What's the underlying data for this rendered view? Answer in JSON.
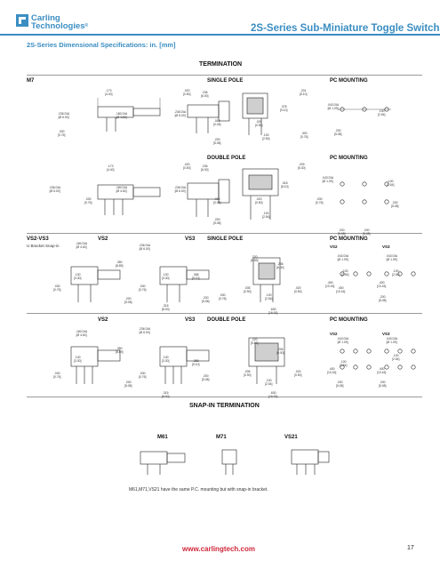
{
  "brand": {
    "line1": "Carling",
    "line2": "Technologies",
    "trademark": "®"
  },
  "header": {
    "series_title": "2S-Series Sub-Miniature Toggle Switches"
  },
  "section_title": "2S-Series Dimensional Specifications: in. [mm]",
  "termination": {
    "heading": "TERMINATION",
    "m7": {
      "label": "M7",
      "single_pole": "SINGLE POLE",
      "double_pole": "DOUBLE POLE",
      "pc_mounting": "PC MOUNTING",
      "sp_dims": [
        ".173\n[4.40]",
        ".236 DIA\n[Ø 6.00]",
        ".180 DIA\n[Ø 4.60]",
        ".030\n[0.76]",
        ".020\n[0.50]",
        ".236 DIA\n[Ø 6.00]",
        ".236\n[6.00]",
        ".018\n[0.45]",
        ".200\n[5.08]",
        ".020\n[0.50]",
        ".100\n[2.54]",
        ".378\n[9.10]",
        ".201\n[5.10]",
        ".300\n[0.76]",
        ".043 DIA\n[Ø 1.09]",
        ".100\n[2.54]",
        ".200\n[5.08]"
      ],
      "dp_dims": [
        ".173\n[4.40]",
        ".236 DIA\n[Ø 6.00]",
        ".180 DIA\n[Ø 4.60]",
        ".030\n[0.76]",
        ".020\n[0.50]",
        ".236 DIA\n[Ø 6.00]",
        ".236\n[6.00]",
        ".018\n[0.45]",
        ".200\n[5.08]",
        ".020\n[0.50]",
        ".100\n[2.54]",
        ".318\n[8.10]",
        ".209\n[5.30]",
        ".030\n[0.76]",
        ".200\n[5.08]",
        ".043 DIA\n[Ø 1.09]",
        ".100\n[2.54]",
        ".200\n[5.08]",
        ".200\n[5.08]"
      ]
    },
    "vs": {
      "label": "VS2-VS3",
      "sublabel": "U Bracket Snap-in",
      "vs2": "VS2",
      "vs3": "VS3",
      "single_pole": "SINGLE POLE",
      "double_pole": "DOUBLE POLE",
      "pc_mounting": "PC MOUNTING",
      "sp_dims": [
        ".180 DIA\n[Ø 4.60]",
        ".350\n[8.89]",
        ".130\n[3.30]",
        ".030\n[0.76]",
        ".200\n[5.08]",
        ".236 DIA\n[Ø 6.00]",
        ".130\n[3.30]",
        ".030\n[0.76]",
        ".315\n[8.00]",
        ".358\n[9.10]",
        ".200\n[5.08]",
        ".030\n[0.76]",
        ".220\n[5.59]",
        ".236\n[6.00]",
        ".035\n[0.90]",
        ".100\n[2.54]",
        ".630\n[16.00]",
        ".400\n[10.16]",
        ".020\n[0.50]",
        ".043 DIA\n[Ø 1.09]",
        ".400\n[10.16]",
        ".043 DIA\n[Ø 1.09]",
        ".400\n[10.16]",
        ".100\n[2.54]",
        ".200\n[5.08]",
        ".100\n[2.54]"
      ],
      "dp_dims": [
        ".180 DIA\n[Ø 4.60]",
        ".350\n[8.89]",
        ".130\n[3.30]",
        ".030\n[0.76]",
        ".200\n[5.08]",
        ".236 DIA\n[Ø 6.00]",
        ".130\n[3.30]",
        ".030\n[0.76]",
        ".315\n[8.00]",
        ".358\n[9.10]",
        ".200\n[5.08]",
        ".035\n[0.90]",
        ".220\n[5.59]",
        ".236\n[6.00]",
        ".100\n[2.54]",
        ".630\n[16.00]",
        ".020\n[0.50]",
        ".043 DIA\n[Ø 1.09]",
        ".400\n[10.16]",
        ".100\n[2.54]",
        ".200\n[5.08]",
        ".043 DIA\n[Ø 1.09]",
        ".400\n[10.16]",
        ".100\n[2.54]",
        ".200\n[5.08]"
      ]
    }
  },
  "snap_in": {
    "heading": "SNAP-IN TERMINATION",
    "labels": [
      "M61",
      "M71",
      "VS21"
    ],
    "note": "M61,M71,VS21 have the same P.C. mounting but with snap-in bracket."
  },
  "footer": {
    "url": "www.carlingtech.com",
    "page": "17"
  }
}
